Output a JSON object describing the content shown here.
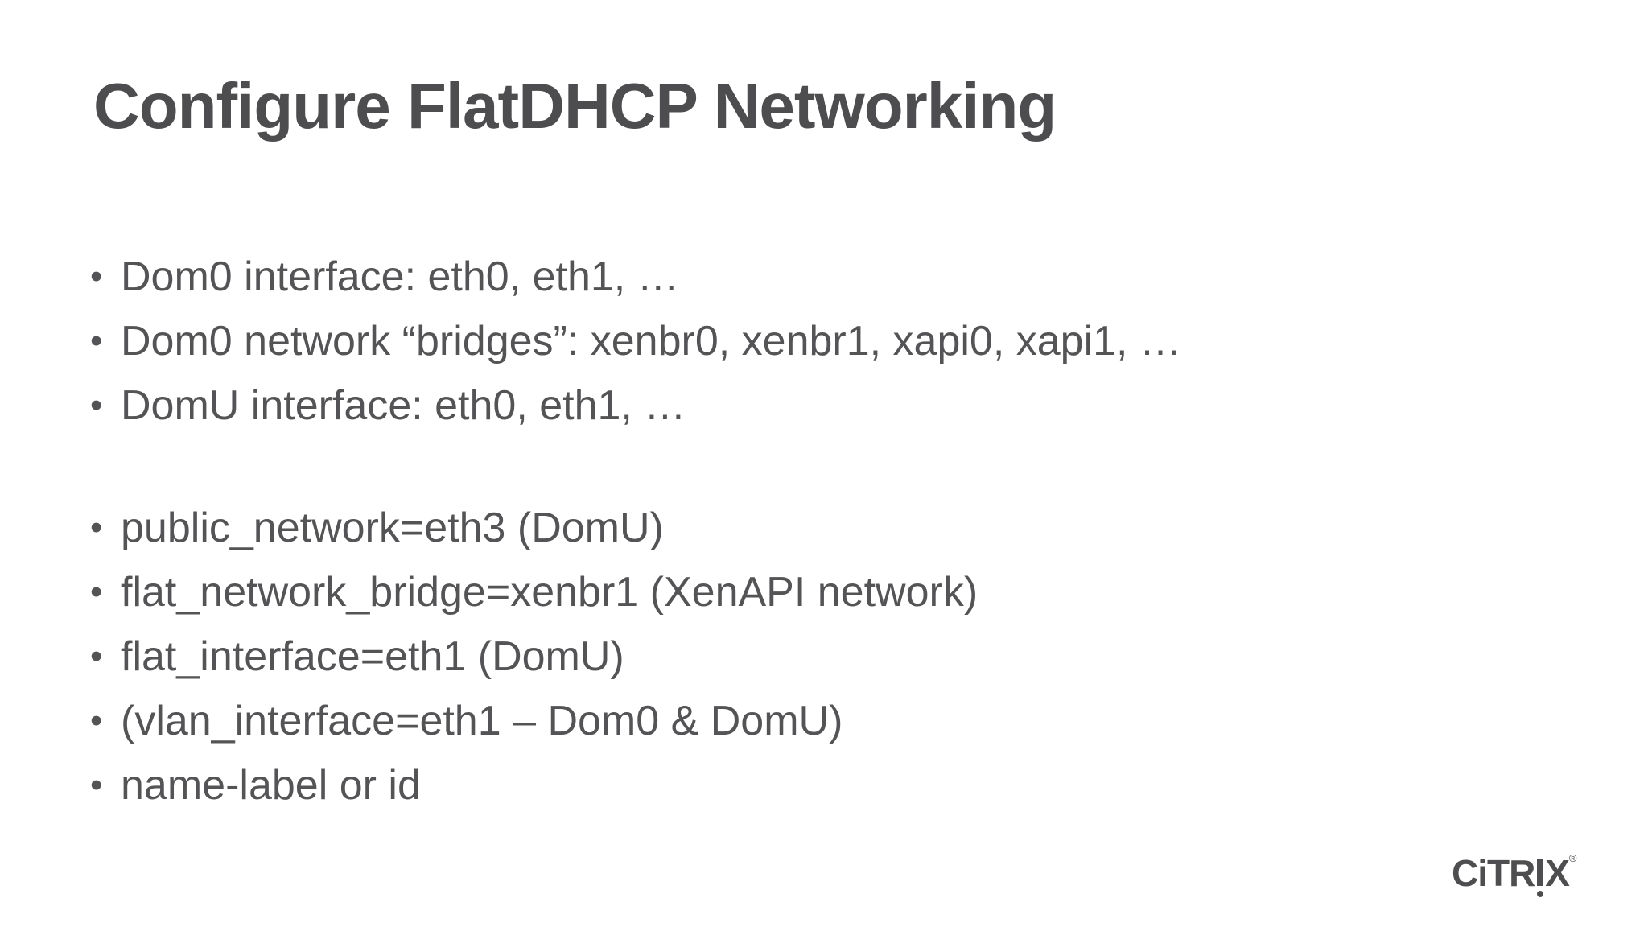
{
  "slide": {
    "title": "Configure FlatDHCP Networking",
    "bullet_char": "•",
    "bullet_groups": [
      {
        "name": "dom-interfaces",
        "items": [
          "Dom0 interface: eth0, eth1, …",
          "Dom0 network “bridges”: xenbr0, xenbr1, xapi0, xapi1, …",
          "DomU interface: eth0, eth1, …"
        ]
      },
      {
        "name": "flatdhcp-settings",
        "items": [
          "public_network=eth3 (DomU)",
          "flat_network_bridge=xenbr1 (XenAPI network)",
          "flat_interface=eth1 (DomU)",
          "(vlan_interface=eth1 – Dom0 & DomU)",
          "name-label or id"
        ]
      }
    ],
    "logo": {
      "brand": "citrix",
      "letters_pre": "CiTR",
      "letters_post": "X",
      "registered_mark": "®"
    },
    "colors": {
      "background": "#ffffff",
      "title_text": "#4d4d4f",
      "body_text": "#545457",
      "logo_text": "#4e4e50"
    }
  }
}
